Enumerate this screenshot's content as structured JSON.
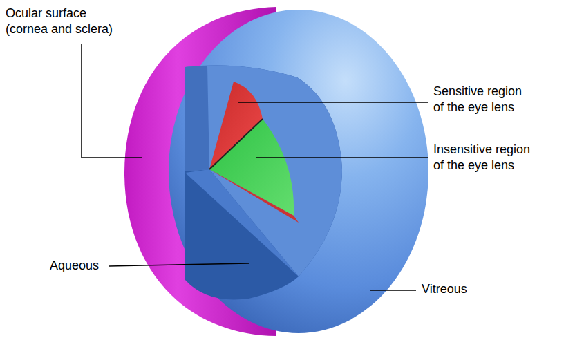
{
  "diagram": {
    "labels": [
      "Ocular surface (cornea and sclera)",
      "Sensitive region of the eye lens",
      "Insensitive region of the eye lens",
      "Aqueous",
      "Vitreous"
    ]
  }
}
